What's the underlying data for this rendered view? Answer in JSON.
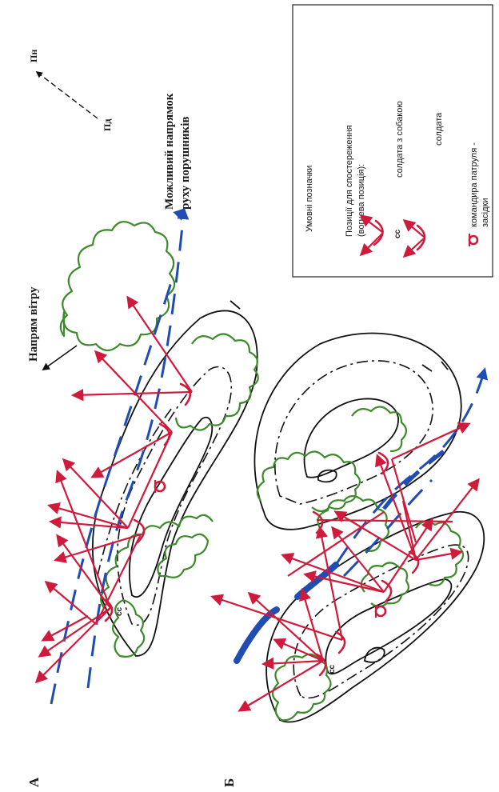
{
  "labels": {
    "section_a": "А",
    "section_b": "Б",
    "wind_direction": "Напрям вітру",
    "possible_direction_line1": "Можливий напрямок",
    "possible_direction_line2": "руху порушників",
    "north_mark": "Пн",
    "south_mark": "Пд"
  },
  "legend": {
    "title": "Умовні   позначки",
    "observation_line1": "Позиції для спостереження",
    "observation_line2": "(вогнева позиція):",
    "soldier_with_dog": "солдата з собакою",
    "soldier": "солдата",
    "patrol_commander_line1": "командира патруля -",
    "patrol_commander_line2": "засідки",
    "dog_code": "сс"
  },
  "markers": {
    "dog_code": "сс"
  },
  "colors": {
    "vegetation": "#3d8a2a",
    "movement": "#1f4db3",
    "positions": "#d01a3c",
    "relief": "#111111"
  }
}
